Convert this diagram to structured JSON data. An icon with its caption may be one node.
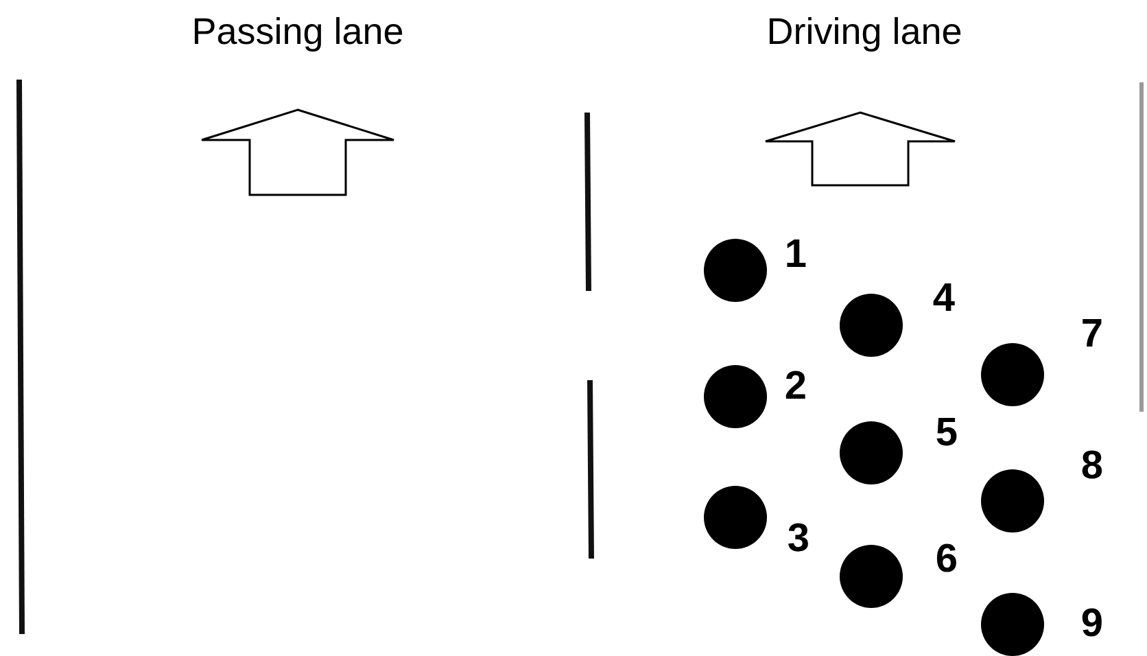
{
  "diagram": {
    "labels": [
      "Passing lane",
      "Driving lane",
      "1",
      "2",
      "3",
      "4",
      "5",
      "6",
      "7",
      "8",
      "9"
    ]
  }
}
